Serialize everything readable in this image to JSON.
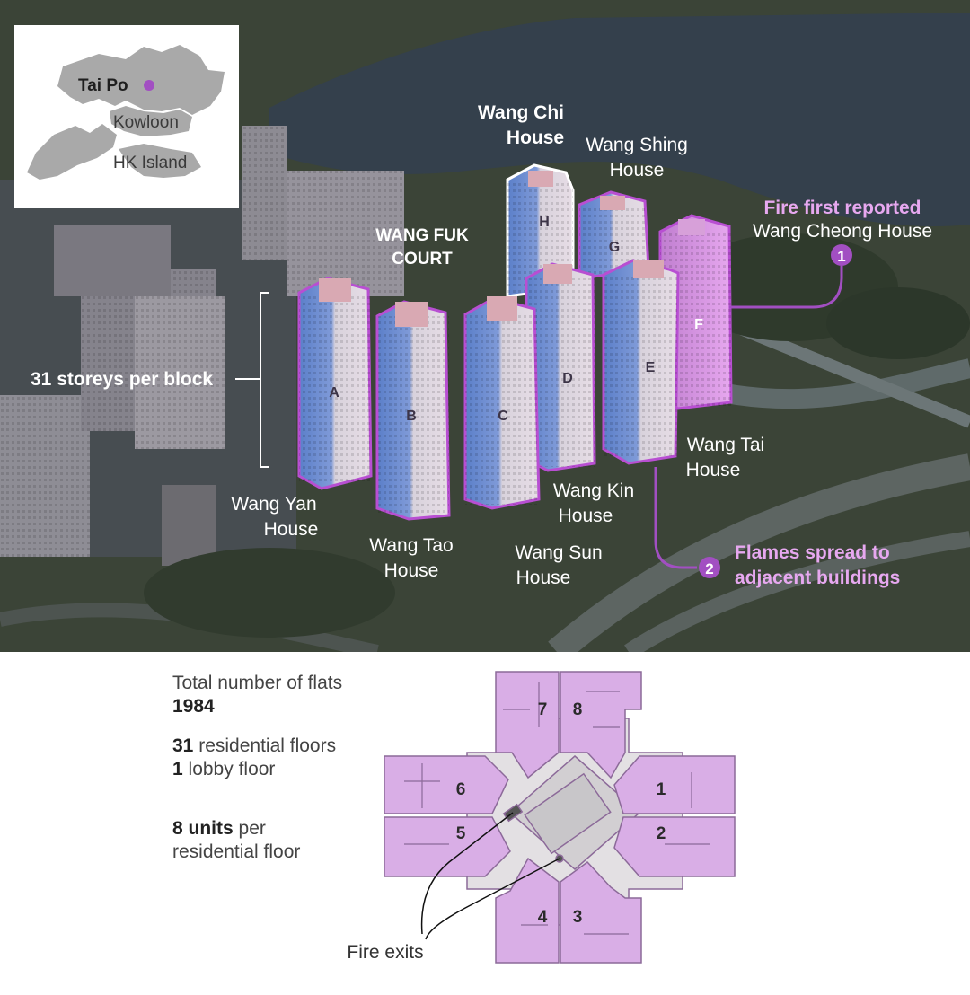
{
  "inset_map": {
    "tai_po": "Tai Po",
    "kowloon": "Kowloon",
    "hk_island": "HK Island",
    "marker_color": "#a24fc2"
  },
  "estate": {
    "name_line1": "WANG FUK",
    "name_line2": "COURT",
    "storeys_label": "31 storeys per block"
  },
  "buildings": [
    {
      "letter": "A",
      "name_line1": "Wang Yan",
      "name_line2": "House"
    },
    {
      "letter": "B",
      "name_line1": "Wang Tao",
      "name_line2": "House"
    },
    {
      "letter": "C",
      "name_line1": "Wang Sun",
      "name_line2": "House"
    },
    {
      "letter": "D",
      "name_line1": "Wang Kin",
      "name_line2": "House"
    },
    {
      "letter": "E",
      "name_line1": "Wang Tai",
      "name_line2": "House"
    },
    {
      "letter": "F",
      "name_line1": "Wang Cheong House",
      "name_line2": ""
    },
    {
      "letter": "G",
      "name_line1": "Wang Shing",
      "name_line2": "House"
    },
    {
      "letter": "H",
      "name_line1": "Wang Chi",
      "name_line2": "House"
    }
  ],
  "annotations": [
    {
      "number": "1",
      "text_line1": "Fire first reported",
      "text_line2": "Wang Cheong House"
    },
    {
      "number": "2",
      "text_line1": "Flames spread to",
      "text_line2": "adjacent buildings"
    }
  ],
  "stats": {
    "flats_label": "Total number of flats",
    "flats_value": "1984",
    "residential_floors_num": "31",
    "residential_floors_text": "residential floors",
    "lobby_floor_num": "1",
    "lobby_floor_text": "lobby floor",
    "units_bold": "8 units",
    "units_text": "per",
    "units_text2": "residential floor"
  },
  "floor_plan": {
    "units": [
      "1",
      "2",
      "3",
      "4",
      "5",
      "6",
      "7",
      "8"
    ],
    "fire_exits_label": "Fire exits",
    "unit_color": "#d9aee6"
  },
  "colors": {
    "accent_purple": "#a24fc2",
    "highlight_pink": "#e7a8f0",
    "water": "#34404c"
  }
}
